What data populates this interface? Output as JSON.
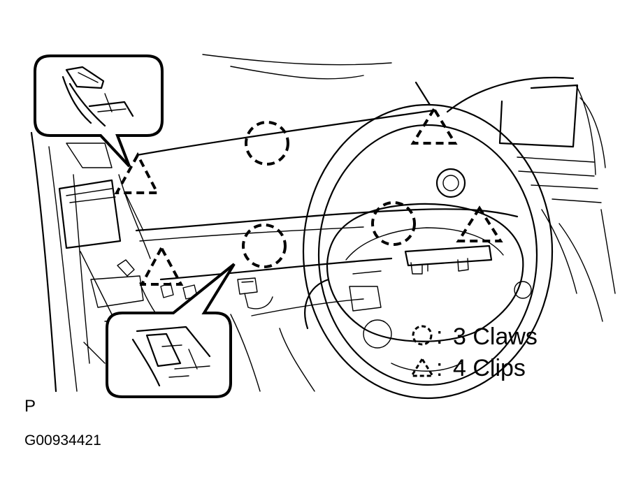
{
  "legend": {
    "claws_label": "3 Claws",
    "clips_label": "4 Clips"
  },
  "view_code": "P",
  "figure_id": "G00934421"
}
